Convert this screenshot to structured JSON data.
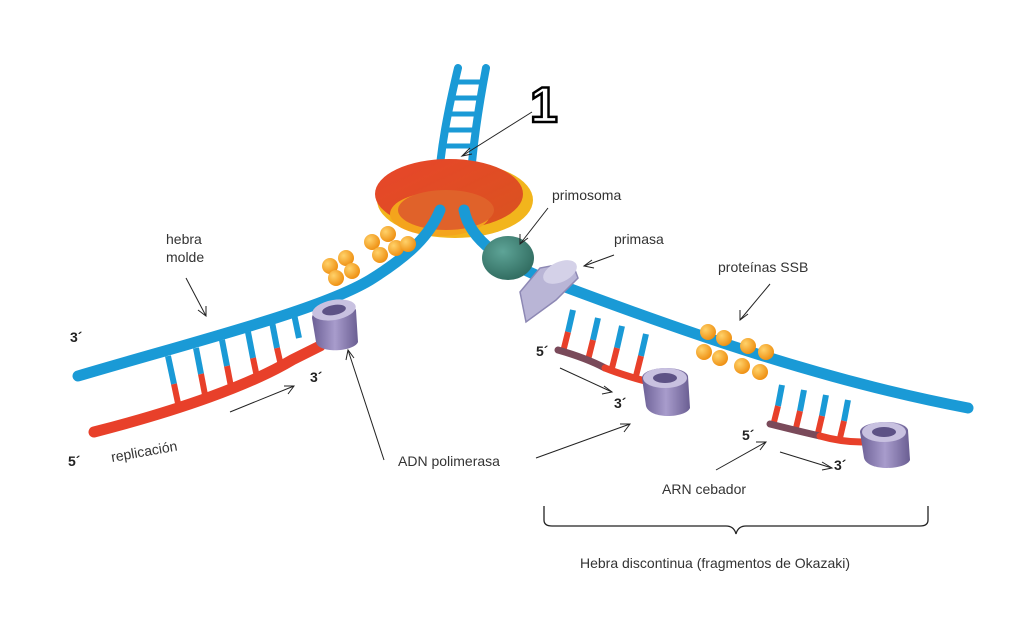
{
  "labels": {
    "number": "1",
    "primosoma": "primosoma",
    "primasa": "primasa",
    "hebra_line1": "hebra",
    "hebra_line2": "molde",
    "ssb": "proteínas SSB",
    "adn_polimerasa": "ADN polimerasa",
    "replicacion": "replicación",
    "arn_cebador": "ARN cebador",
    "hebra_discontinua": "Hebra discontinua (fragmentos de Okazaki)"
  },
  "ends": {
    "left_top_3": "3´",
    "left_bottom_5": "5´",
    "left_mid_3": "3´",
    "frag1_5": "5´",
    "frag1_3": "3´",
    "frag2_5": "5´",
    "frag2_3": "3´"
  },
  "colors": {
    "template_strand": "#1a9ad6",
    "new_strand": "#e8402a",
    "helicase": "#e06a2a",
    "helicase_rim": "#f2b51c",
    "ssb_protein": "#f5a21c",
    "polymerase": "#8e84b5",
    "primase": "#b9b5d6",
    "primosome": "#3f7f72",
    "rna_primer": "#7a4a5a"
  }
}
